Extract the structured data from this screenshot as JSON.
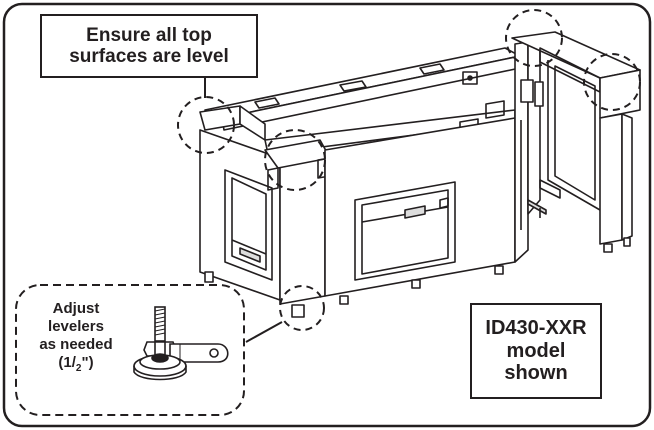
{
  "callouts": {
    "top": {
      "line1": "Ensure all top",
      "line2": "surfaces are level"
    },
    "leveler": {
      "line1": "Adjust",
      "line2": "levelers",
      "line3": "as needed",
      "fraction_open": "(1/",
      "fraction_den": "2",
      "fraction_close": "\")"
    },
    "model": {
      "line1": "ID430-XXR",
      "line2": "model",
      "line3": "shown"
    }
  },
  "colors": {
    "ink": "#231f20",
    "background": "#ffffff"
  }
}
